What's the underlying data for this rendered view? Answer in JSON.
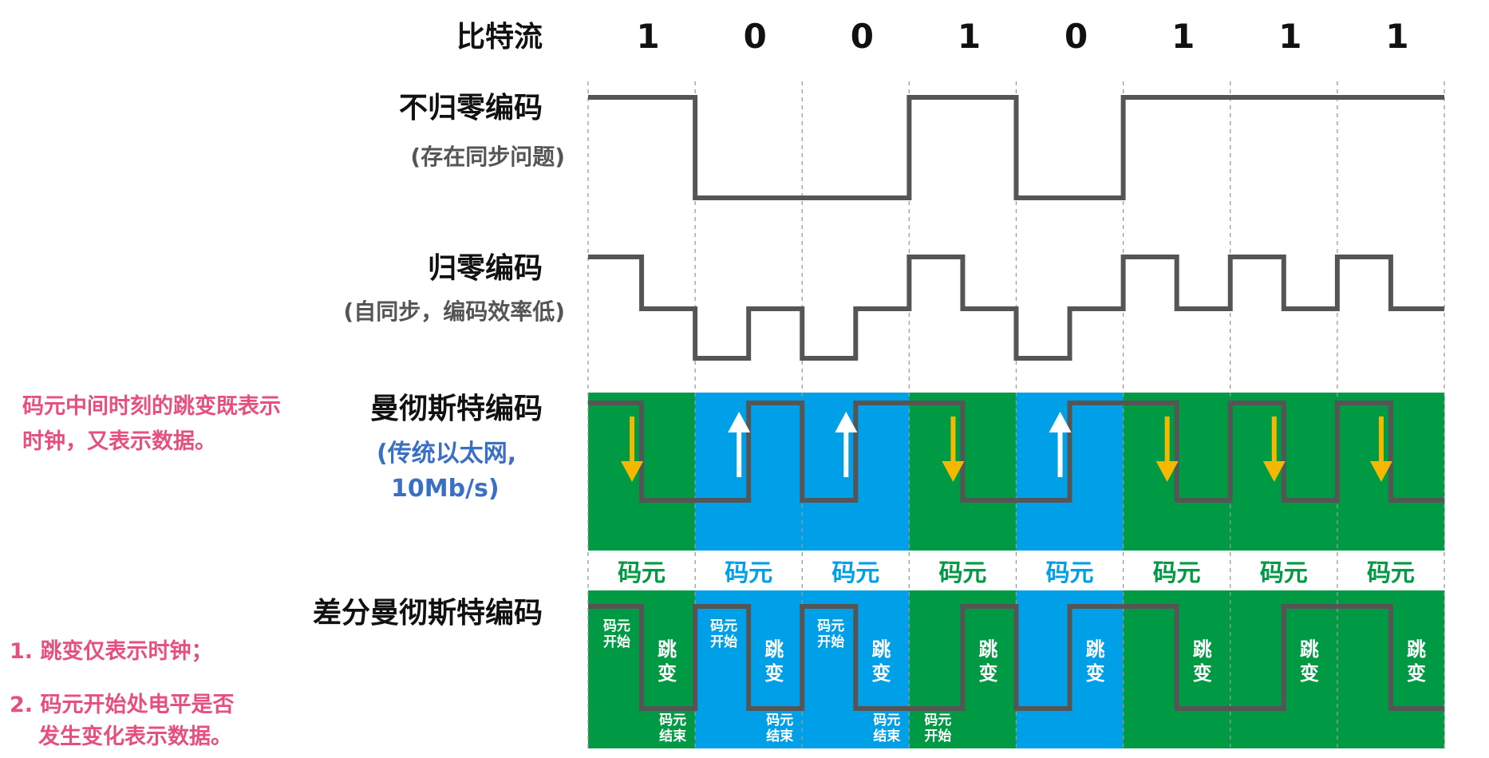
{
  "labels": {
    "bitstream": "比特流",
    "nrz": "不归零编码",
    "nrz_note": "(存在同步问题)",
    "rz": "归零编码",
    "rz_note": "(自同步，编码效率低)",
    "manchester": "曼彻斯特编码",
    "manchester_note_1": "(传统以太网,",
    "manchester_note_2": "10Mb/s)",
    "diff_manchester": "差分曼彻斯特编码"
  },
  "notes": {
    "manchester_side_1": "码元中间时刻的跳变既表示",
    "manchester_side_2": "时钟，又表示数据。",
    "diff_side_1": "1. 跳变仅表示时钟；",
    "diff_side_2": "2. 码元开始处电平是否",
    "diff_side_3": "发生变化表示数据。"
  },
  "bits": [
    "1",
    "0",
    "0",
    "1",
    "0",
    "1",
    "1",
    "1"
  ],
  "symbol_label": "码元",
  "jump_label_top": "跳",
  "jump_label_bottom": "变",
  "small_labels": {
    "start_1": "码元",
    "start_2": "开始",
    "end_1": "码元",
    "end_2": "结束"
  },
  "diff_manchester_levels": [
    [
      "high",
      "low"
    ],
    [
      "high",
      "low"
    ],
    [
      "high",
      "low"
    ],
    [
      "low",
      "high"
    ],
    [
      "low",
      "high"
    ],
    [
      "high",
      "low"
    ],
    [
      "low",
      "high"
    ],
    [
      "high",
      "low"
    ]
  ],
  "colors": {
    "bit_one_bg": "#009944",
    "bit_zero_bg": "#00a0e9",
    "signal": "#555555",
    "down_arrow": "#f5b800",
    "up_arrow": "#ffffff",
    "pink_note": "#e6507f",
    "blue_note": "#3a6fc4",
    "text_dark": "#111111",
    "text_grey": "#555555"
  }
}
